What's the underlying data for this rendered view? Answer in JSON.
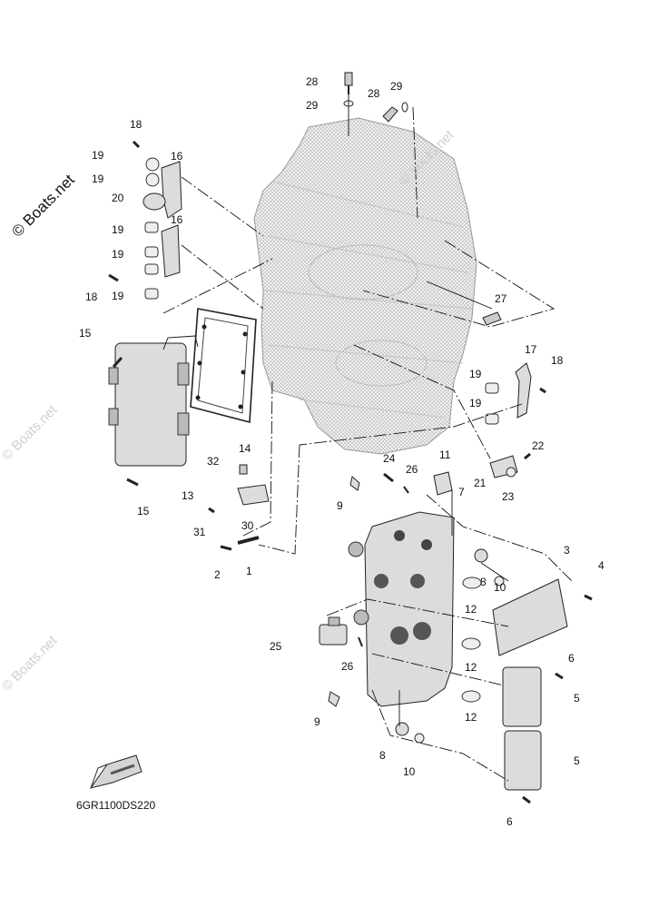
{
  "diagram_code": "6GR1100DS220",
  "watermark": {
    "main": "© Boats.net",
    "faint": [
      "© Boats.net",
      "© Boats.net",
      "© Boats.net"
    ]
  },
  "callouts": [
    {
      "id": "c28a",
      "label": "28"
    },
    {
      "id": "c29a",
      "label": "29"
    },
    {
      "id": "c28b",
      "label": "28"
    },
    {
      "id": "c29b",
      "label": "29"
    },
    {
      "id": "c18a",
      "label": "18"
    },
    {
      "id": "c19a",
      "label": "19"
    },
    {
      "id": "c19b",
      "label": "19"
    },
    {
      "id": "c16a",
      "label": "16"
    },
    {
      "id": "c20",
      "label": "20"
    },
    {
      "id": "c16b",
      "label": "16"
    },
    {
      "id": "c19c",
      "label": "19"
    },
    {
      "id": "c19d",
      "label": "19"
    },
    {
      "id": "c18b",
      "label": "18"
    },
    {
      "id": "c19e",
      "label": "19"
    },
    {
      "id": "c27",
      "label": "27"
    },
    {
      "id": "c15a",
      "label": "15"
    },
    {
      "id": "c17",
      "label": "17"
    },
    {
      "id": "c18c",
      "label": "18"
    },
    {
      "id": "c19f",
      "label": "19"
    },
    {
      "id": "c19g",
      "label": "19"
    },
    {
      "id": "c14",
      "label": "14"
    },
    {
      "id": "c22",
      "label": "22"
    },
    {
      "id": "c32",
      "label": "32"
    },
    {
      "id": "c24",
      "label": "24"
    },
    {
      "id": "c26a",
      "label": "26"
    },
    {
      "id": "c11",
      "label": "11"
    },
    {
      "id": "c13",
      "label": "13"
    },
    {
      "id": "c21",
      "label": "21"
    },
    {
      "id": "c23",
      "label": "23"
    },
    {
      "id": "c15b",
      "label": "15"
    },
    {
      "id": "c9a",
      "label": "9"
    },
    {
      "id": "c7",
      "label": "7"
    },
    {
      "id": "c31",
      "label": "31"
    },
    {
      "id": "c30",
      "label": "30"
    },
    {
      "id": "c3",
      "label": "3"
    },
    {
      "id": "c4",
      "label": "4"
    },
    {
      "id": "c8a",
      "label": "8"
    },
    {
      "id": "c10a",
      "label": "10"
    },
    {
      "id": "c2",
      "label": "2"
    },
    {
      "id": "c1",
      "label": "1"
    },
    {
      "id": "c12a",
      "label": "12"
    },
    {
      "id": "c25",
      "label": "25"
    },
    {
      "id": "c26b",
      "label": "26"
    },
    {
      "id": "c12b",
      "label": "12"
    },
    {
      "id": "c6a",
      "label": "6"
    },
    {
      "id": "c5a",
      "label": "5"
    },
    {
      "id": "c9b",
      "label": "9"
    },
    {
      "id": "c12c",
      "label": "12"
    },
    {
      "id": "c8b",
      "label": "8"
    },
    {
      "id": "c10b",
      "label": "10"
    },
    {
      "id": "c5b",
      "label": "5"
    },
    {
      "id": "c6b",
      "label": "6"
    }
  ]
}
